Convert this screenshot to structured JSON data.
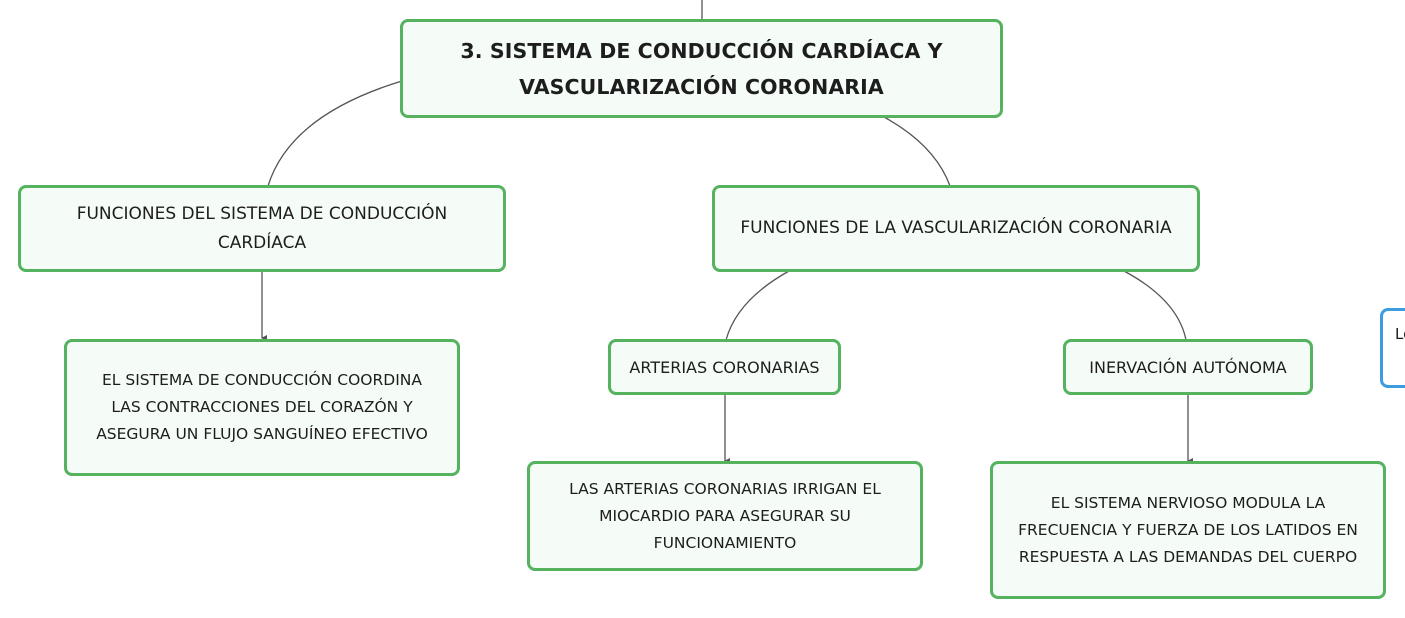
{
  "colors": {
    "node_border": "#55b25f",
    "node_fill": "#f5fbf6",
    "connector": "#555555",
    "offscreen_border": "#3d9be0"
  },
  "root": {
    "line1": "3. SISTEMA DE CONDUCCIÓN CARDÍACA Y",
    "line2": "VASCULARIZACIÓN CORONARIA"
  },
  "conduccion": {
    "line1": "FUNCIONES DEL SISTEMA DE CONDUCCIÓN",
    "line2": "CARDÍACA",
    "detail": {
      "line1": "EL SISTEMA DE CONDUCCIÓN COORDINA",
      "line2": "LAS CONTRACCIONES DEL CORAZÓN Y",
      "line3": "ASEGURA UN FLUJO SANGUÍNEO EFECTIVO"
    }
  },
  "vascularizacion": {
    "label": "FUNCIONES DE LA VASCULARIZACIÓN CORONARIA",
    "arterias": {
      "label": "ARTERIAS CORONARIAS",
      "detail": {
        "line1": "LAS ARTERIAS CORONARIAS IRRIGAN EL",
        "line2": "MIOCARDIO PARA ASEGURAR SU",
        "line3": "FUNCIONAMIENTO"
      }
    },
    "inervacion": {
      "label": "INERVACIÓN AUTÓNOMA",
      "detail": {
        "line1": "EL SISTEMA NERVIOSO MODULA LA",
        "line2": "FRECUENCIA Y FUERZA DE LOS LATIDOS EN",
        "line3": "RESPUESTA A LAS DEMANDAS DEL CUERPO"
      }
    }
  },
  "offscreen_node": {
    "text": "Lo"
  }
}
